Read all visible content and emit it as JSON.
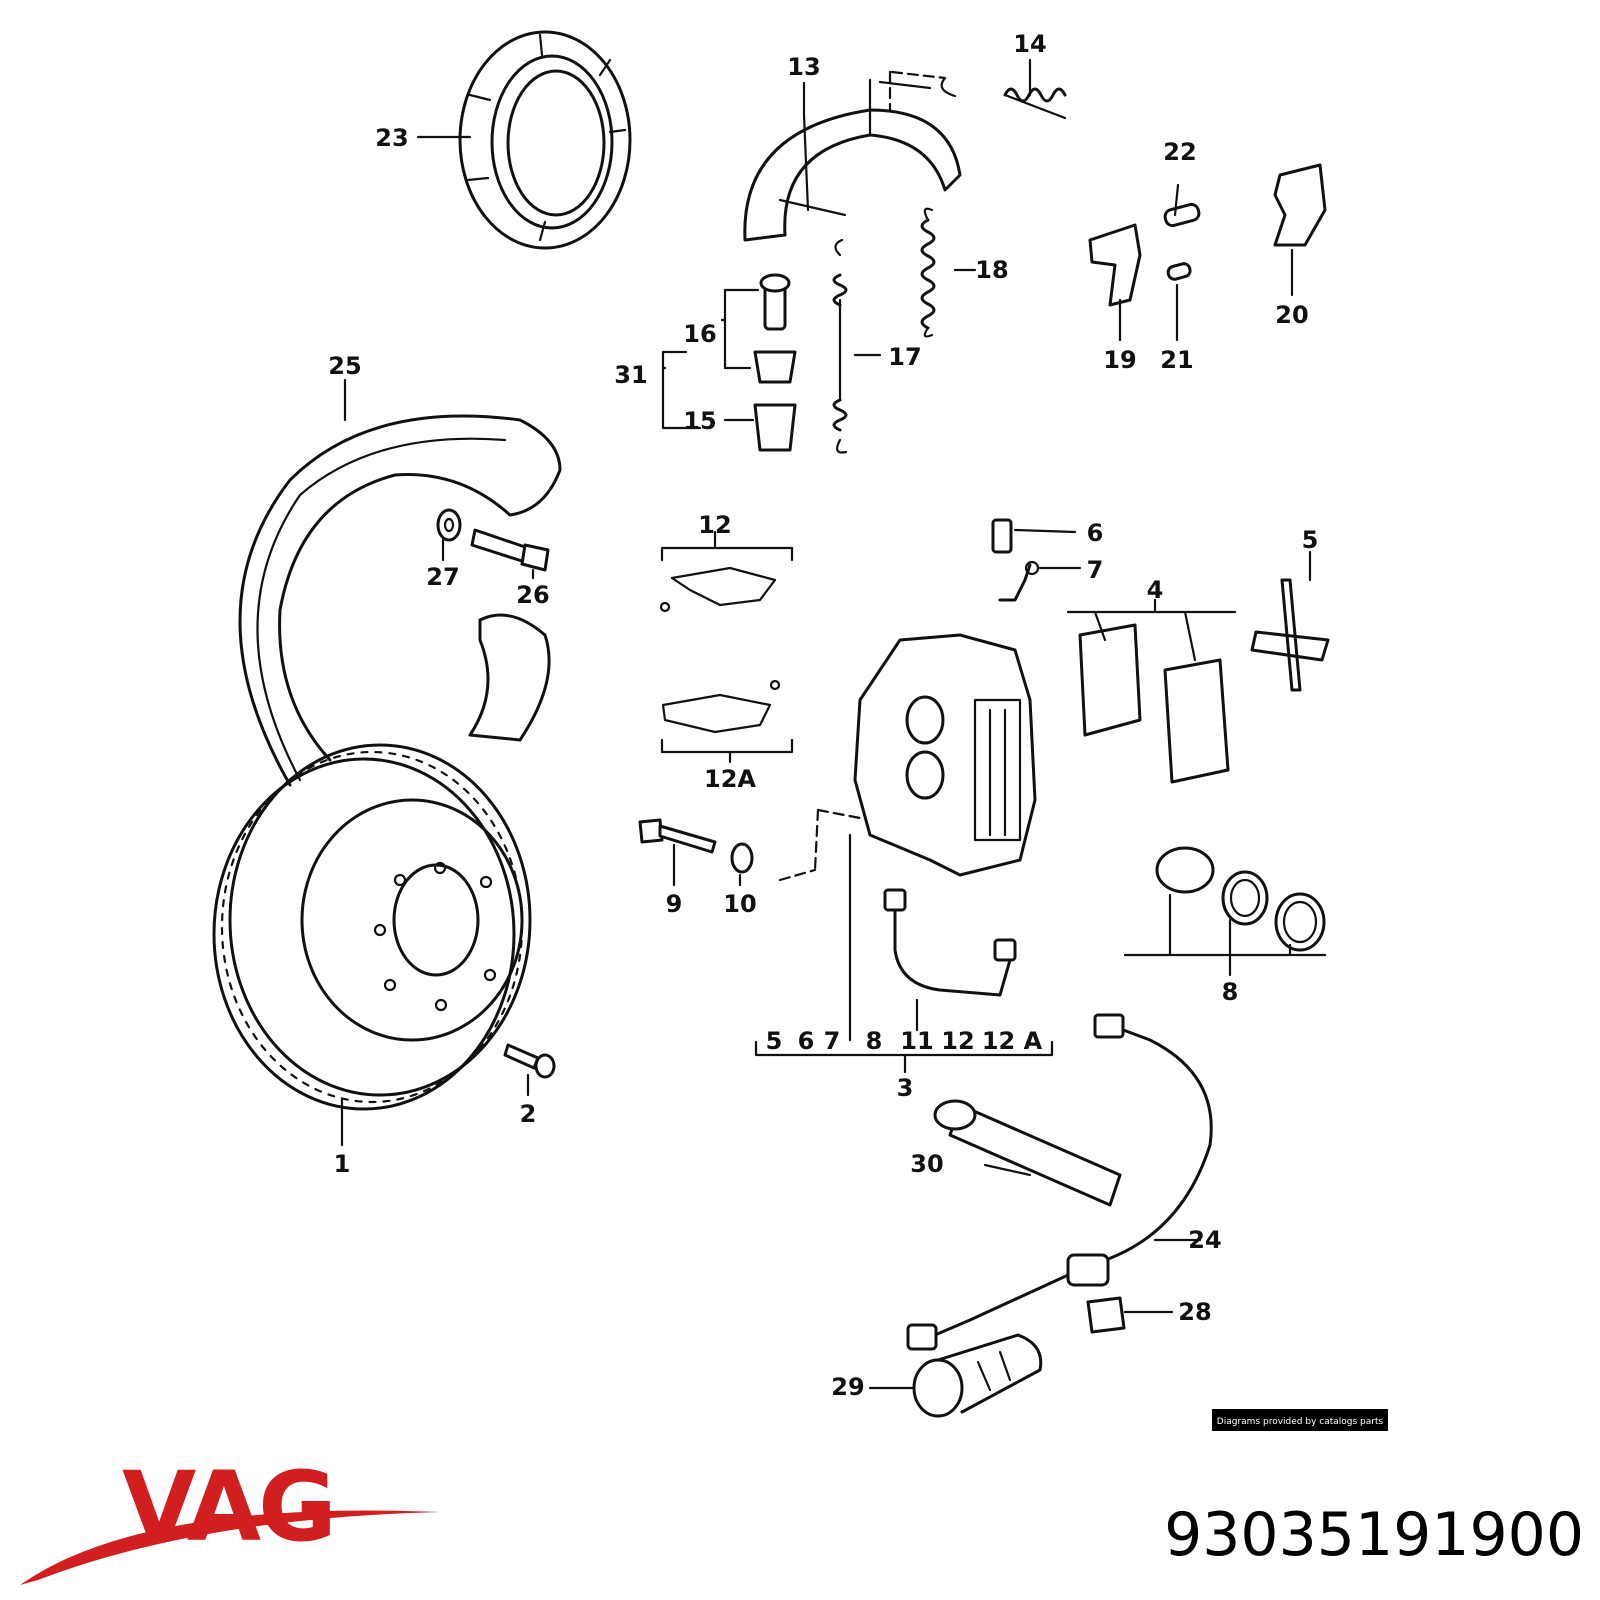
{
  "diagram": {
    "labels": {
      "l1": "1",
      "l2": "2",
      "l3": "3",
      "l4": "4",
      "l5": "5",
      "l6": "6",
      "l7": "7",
      "l8": "8",
      "l9": "9",
      "l10": "10",
      "l12": "12",
      "l12a": "12A",
      "l13": "13",
      "l14": "14",
      "l15": "15",
      "l16": "16",
      "l17": "17",
      "l18": "18",
      "l19": "19",
      "l20": "20",
      "l21": "21",
      "l22": "22",
      "l23": "23",
      "l24": "24",
      "l25": "25",
      "l26": "26",
      "l27": "27",
      "l28": "28",
      "l29": "29",
      "l30": "30",
      "l31": "31"
    },
    "kit_contents": [
      "5",
      "6",
      "7",
      "8",
      "11",
      "12",
      "12 A"
    ],
    "credit": "Diagrams provided by catalogs parts"
  },
  "brand": {
    "name": "VAG",
    "color": "#d11f1f"
  },
  "part_number": "93035191900"
}
